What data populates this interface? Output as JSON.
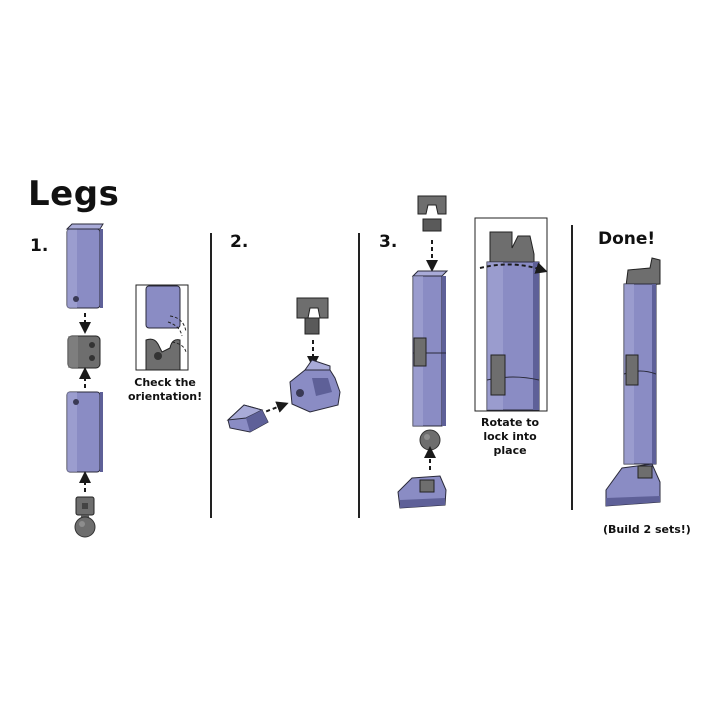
{
  "title": "Legs",
  "steps": [
    {
      "number": "1.",
      "note": "Check the\norientation!"
    },
    {
      "number": "2."
    },
    {
      "number": "3.",
      "note": "Rotate to\nlock into\nplace"
    },
    {
      "number": "Done!",
      "note": "(Build 2 sets!)"
    }
  ],
  "colors": {
    "part": "#8a8cc4",
    "part_dark": "#5e6098",
    "part_light": "#a9abd8",
    "joint": "#6e6e6e",
    "joint_dark": "#4a4a4a",
    "line": "#1a1a1a"
  }
}
